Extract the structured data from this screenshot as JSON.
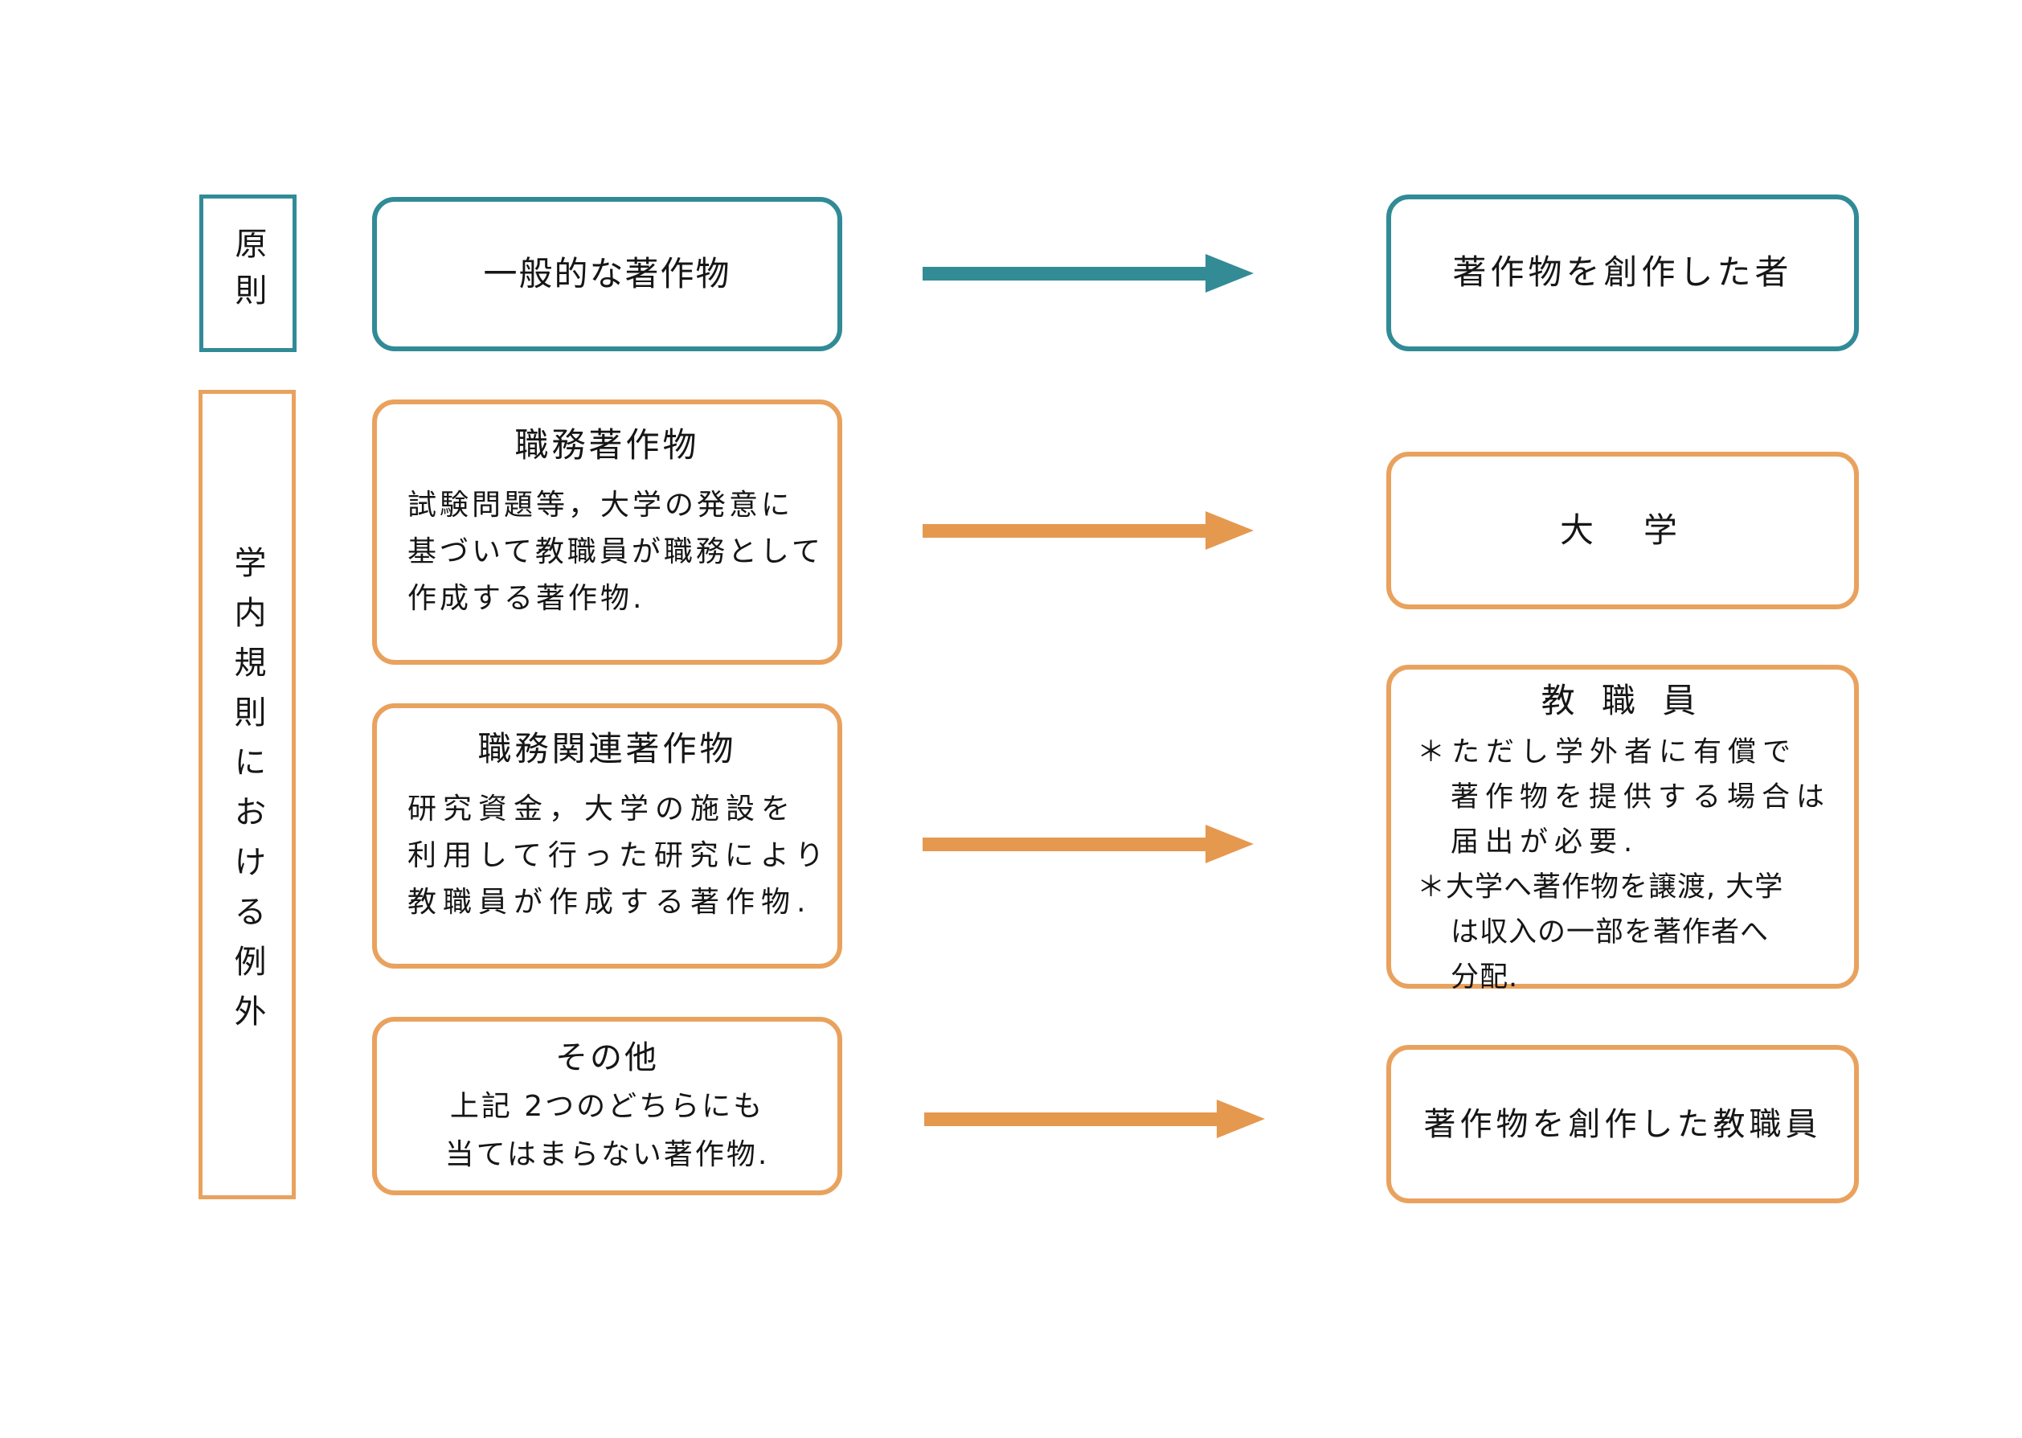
{
  "colors": {
    "teal": "#318B96",
    "orange_border": "#E9A25E",
    "orange_arrow": "#E5994F",
    "text": "#161616",
    "background": "#FFFFFF"
  },
  "icons": {
    "flow_arrow": "right-arrow"
  },
  "labels": {
    "principle": "原則",
    "exception": "学内規則における例外"
  },
  "rows": [
    {
      "source": {
        "title": "一般的な著作物"
      },
      "target": {
        "title": "著作物を創作した者"
      }
    },
    {
      "source": {
        "title": "職務著作物",
        "body": [
          "試験問題等，大学の発意に",
          "基づいて教職員が職務として",
          "作成する著作物."
        ]
      },
      "target": {
        "title": "大　学"
      }
    },
    {
      "source": {
        "title": "職務関連著作物",
        "body": [
          "研究資金，大学の施設を",
          "利用して行った研究により",
          "教職員が作成する著作物."
        ]
      },
      "target": {
        "title": "教 職 員",
        "notes": [
          [
            "＊ただし学外者に有償で",
            "著作物を提供する場合は",
            "届出が必要."
          ],
          [
            "＊大学へ著作物を譲渡, 大学",
            "は収入の一部を著作者へ",
            "分配."
          ]
        ]
      }
    },
    {
      "source": {
        "title": "その他",
        "body": [
          "上記 2つのどちらにも",
          "当てはまらない著作物."
        ]
      },
      "target": {
        "title": "著作物を創作した教職員"
      }
    }
  ]
}
